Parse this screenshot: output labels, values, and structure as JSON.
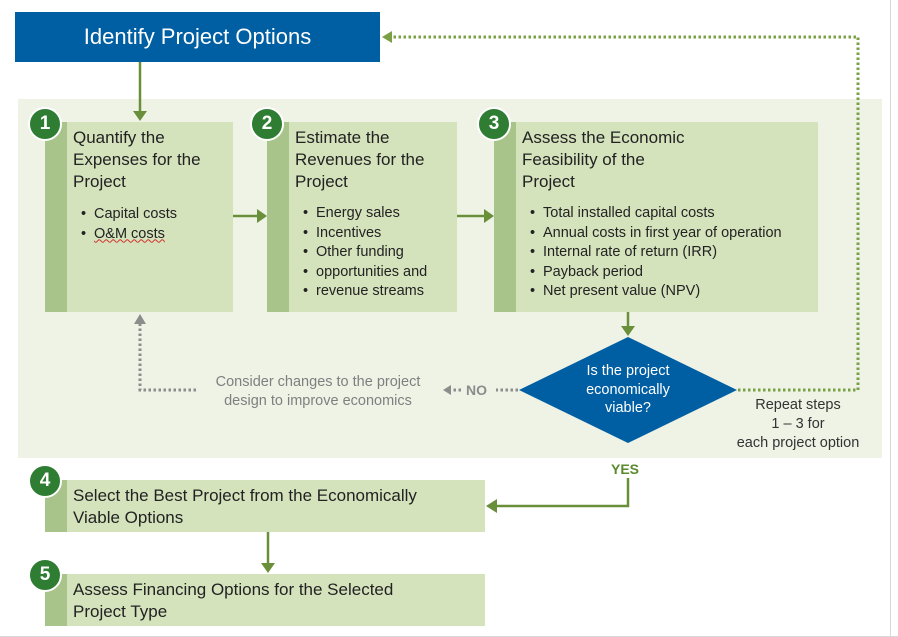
{
  "title": "Identify Project Options",
  "steps": [
    {
      "number": "1",
      "title_lines": [
        "Quantify the",
        "Expenses for the",
        "Project"
      ],
      "bullets": [
        "Capital costs",
        "O&M costs"
      ]
    },
    {
      "number": "2",
      "title_lines": [
        "Estimate the",
        "Revenues for the",
        "Project"
      ],
      "bullets": [
        "Energy sales",
        "Incentives",
        "Other funding",
        "opportunities and",
        "revenue streams"
      ]
    },
    {
      "number": "3",
      "title_lines": [
        "Assess the Economic",
        "Feasibility of the",
        "Project"
      ],
      "bullets": [
        "Total installed capital costs",
        "Annual costs in first year of operation",
        "Internal rate of return (IRR)",
        "Payback period",
        "Net present value (NPV)"
      ]
    },
    {
      "number": "4",
      "title_lines": [
        "Select the Best Project from the Economically",
        "Viable Options"
      ]
    },
    {
      "number": "5",
      "title_lines": [
        "Assess Financing Options for the Selected",
        "Project Type"
      ]
    }
  ],
  "decision": {
    "lines": [
      "Is the project",
      "economically",
      "viable?"
    ]
  },
  "labels": {
    "no": "NO",
    "yes": "YES",
    "consider": [
      "Consider changes to the project",
      "design to improve economics"
    ],
    "repeat": [
      "Repeat steps",
      "1 – 3 for",
      "each project option"
    ]
  },
  "colors": {
    "title_bg": "#005ea2",
    "badge": "#2e7d32",
    "box": "#d5e3bd",
    "strip": "#a9c48a",
    "arrow_green": "#6a8f3a",
    "dotted_green": "#7aa046",
    "dotted_gray": "#8c8c8c",
    "panel": "#eef3e6"
  }
}
